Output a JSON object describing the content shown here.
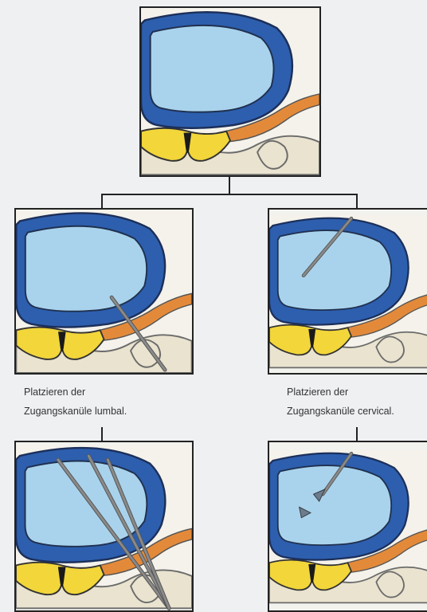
{
  "panels": [
    {
      "id": "top",
      "instrument": "none"
    },
    {
      "id": "lumbal-step1",
      "instrument": "single-needle-from-lower-right"
    },
    {
      "id": "cervical-step1",
      "instrument": "single-needle-from-upper-right"
    },
    {
      "id": "lumbal-step2",
      "instrument": "fan-of-needles"
    },
    {
      "id": "cervical-step2",
      "instrument": "needle-with-fragments"
    }
  ],
  "captions": {
    "lumbal": {
      "line1": "Platzieren der",
      "line2": "Zugangskanüle lumbal."
    },
    "cervical": {
      "line1": "Platzieren der",
      "line2": "Zugangskanüle cervical."
    }
  },
  "colors": {
    "disc_blue": "#2d5fae",
    "nucleus_blue": "#a9d3ec",
    "nerve_orange": "#e38a3a",
    "canal_yellow": "#f2d63a",
    "bone_beige": "#e9e3cf",
    "needle_gray": "#8a8a8a",
    "background": "#eef0f2"
  }
}
